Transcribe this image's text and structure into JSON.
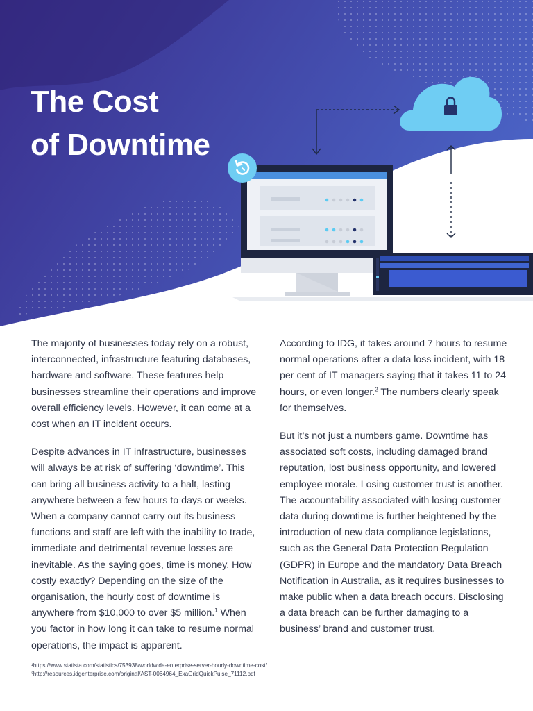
{
  "hero": {
    "title_line1": "The Cost",
    "title_line2": "of Downtime",
    "illustration_icons": [
      "refresh-icon",
      "cloud-lock-icon",
      "monitor",
      "server-rack"
    ]
  },
  "colors": {
    "hero_gradient_dark": "#3a2e8c",
    "hero_gradient_light": "#4a62c4",
    "cloud": "#6fcdf3",
    "server": "#2d4db3",
    "body_text": "#2f3547"
  },
  "left_column": {
    "p1": "The majority of businesses today rely on a robust, interconnected, infrastructure featuring databases, hardware and software. These features help businesses streamline their operations and improve overall efficiency levels. However, it can come at a cost when an IT incident occurs.",
    "p2_part1": "Despite advances in IT infrastructure, businesses will always be at risk of suffering ‘downtime’. This can bring all business activity to a halt, lasting anywhere between a few hours to days or weeks. When a company cannot carry out its business functions and staff are left with the inability to trade, immediate and detrimental revenue losses are inevitable. As the saying goes, time is money. How costly exactly? Depending on the size of the organisation, the hourly cost of downtime is anywhere from $10,000 to over $5 million.",
    "p2_sup": "1",
    "p2_part2": " When you factor in how long it can take to resume normal operations, the impact is apparent."
  },
  "right_column": {
    "p1_part1": "According to IDG, it takes around 7 hours to resume normal operations after a data loss incident, with 18 per cent of IT managers saying that it takes 11 to 24 hours, or even longer.",
    "p1_sup": "2",
    "p1_part2": " The numbers clearly speak for themselves.",
    "p2": "But it’s not just a numbers game. Downtime has associated soft costs, including damaged brand reputation, lost business opportunity, and lowered employee morale. Losing customer trust is another. The accountability associated with losing customer data during downtime is further heightened by the introduction of new data compliance legislations, such as the General Data Protection Regulation (GDPR) in Europe and the mandatory Data Breach Notification in Australia, as it requires businesses to make public when a data breach occurs. Disclosing a data breach can be further damaging to a business’ brand and customer trust."
  },
  "footnotes": {
    "fn1": "¹https://www.statista.com/statistics/753938/worldwide-enterprise-server-hourly-downtime-cost/",
    "fn2": "²http://resources.idgenterprise.com/original/AST-0064964_ExaGridQuickPulse_71112.pdf"
  }
}
